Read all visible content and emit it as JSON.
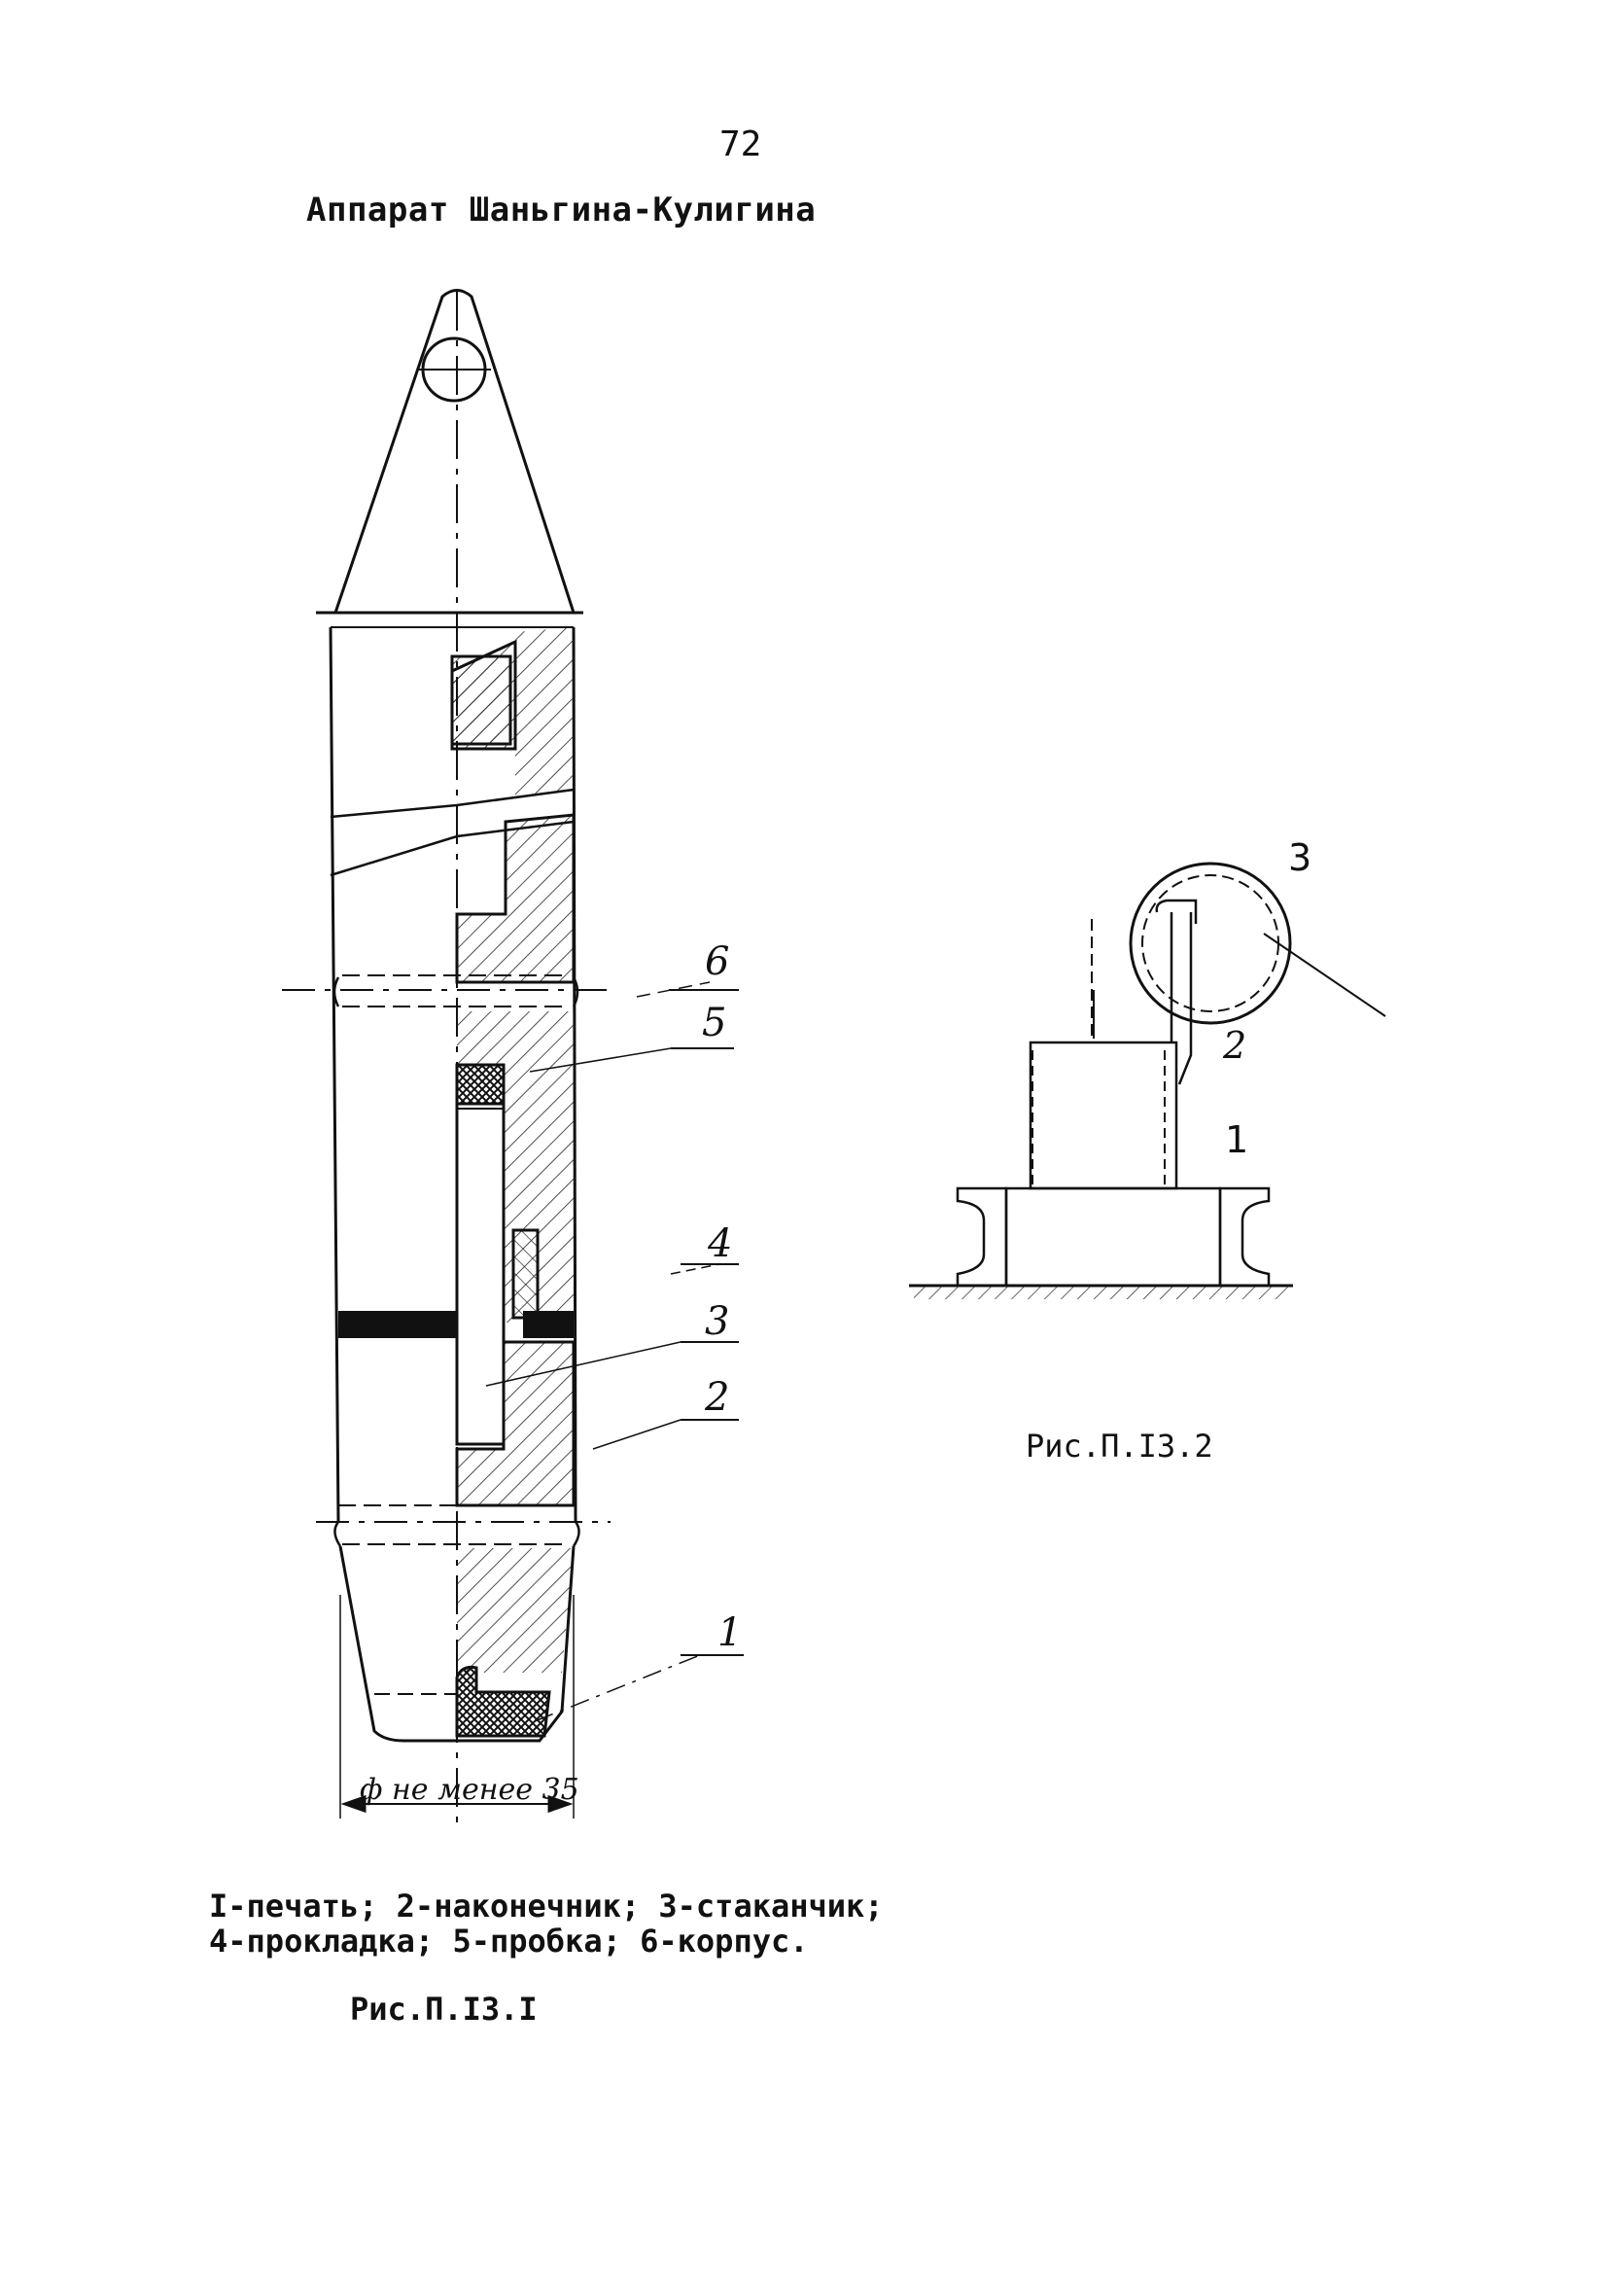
{
  "page_number": "72",
  "title": "Аппарат Шаньгина-Кулигина",
  "figure1": {
    "callouts": [
      "6",
      "5",
      "4",
      "3",
      "2",
      "1"
    ],
    "dimension": "ф не менее 35",
    "legend_line1": "I-печать; 2-наконечник; 3-стаканчик;",
    "legend_line2": "4-прокладка; 5-пробка; 6-корпус.",
    "caption": "Рис.П.I3.I"
  },
  "figure2": {
    "callouts": [
      "3",
      "2",
      "1"
    ],
    "caption": "Рис.П.I3.2"
  }
}
